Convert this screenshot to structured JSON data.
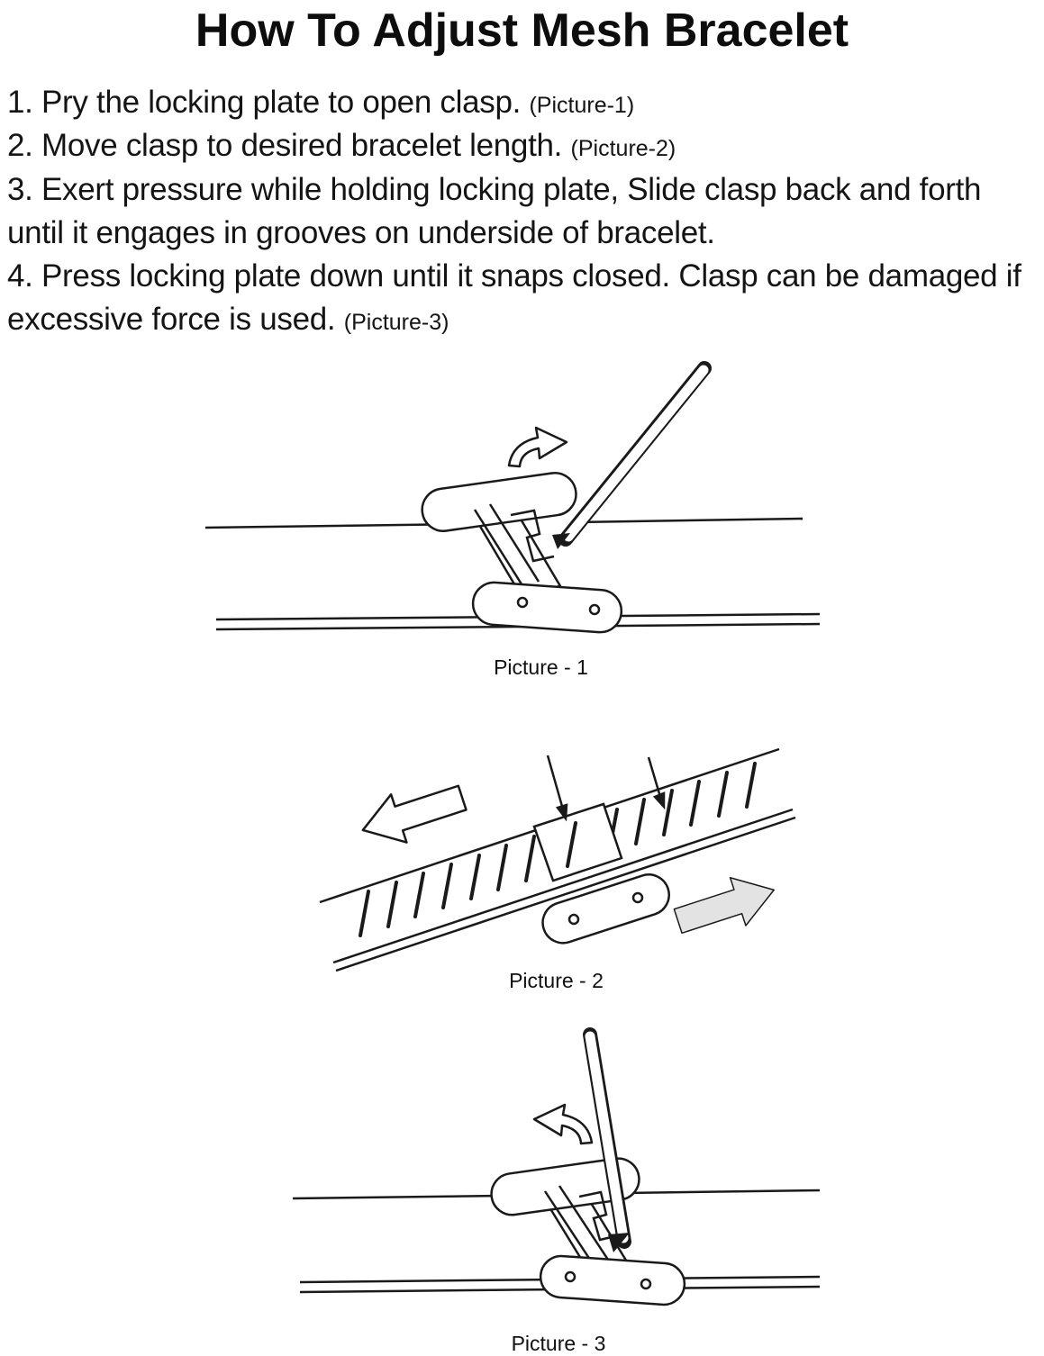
{
  "title": "How To Adjust Mesh Bracelet",
  "steps": [
    {
      "text": "1. Pry the locking plate to open clasp. ",
      "ref": "(Picture-1)"
    },
    {
      "text": "2. Move clasp to desired bracelet length. ",
      "ref": "(Picture-2)"
    },
    {
      "text": "3. Exert pressure while holding locking plate, Slide clasp back and forth until it engages in grooves on underside of bracelet.",
      "ref": ""
    },
    {
      "text": "4. Press locking plate down until it snaps closed. Clasp can be damaged if excessive force is used. ",
      "ref": "(Picture-3)"
    }
  ],
  "figures": [
    {
      "caption": "Picture - 1",
      "depicts": "pry-tool-opening-clasp"
    },
    {
      "caption": "Picture - 2",
      "depicts": "clasp-sliding-along-grooved-band"
    },
    {
      "caption": "Picture - 3",
      "depicts": "pressing-locking-plate-closed"
    }
  ],
  "colors": {
    "ink": "#1a1a1a",
    "paper": "#ffffff",
    "arrow_fill": "#e3e3e3"
  }
}
